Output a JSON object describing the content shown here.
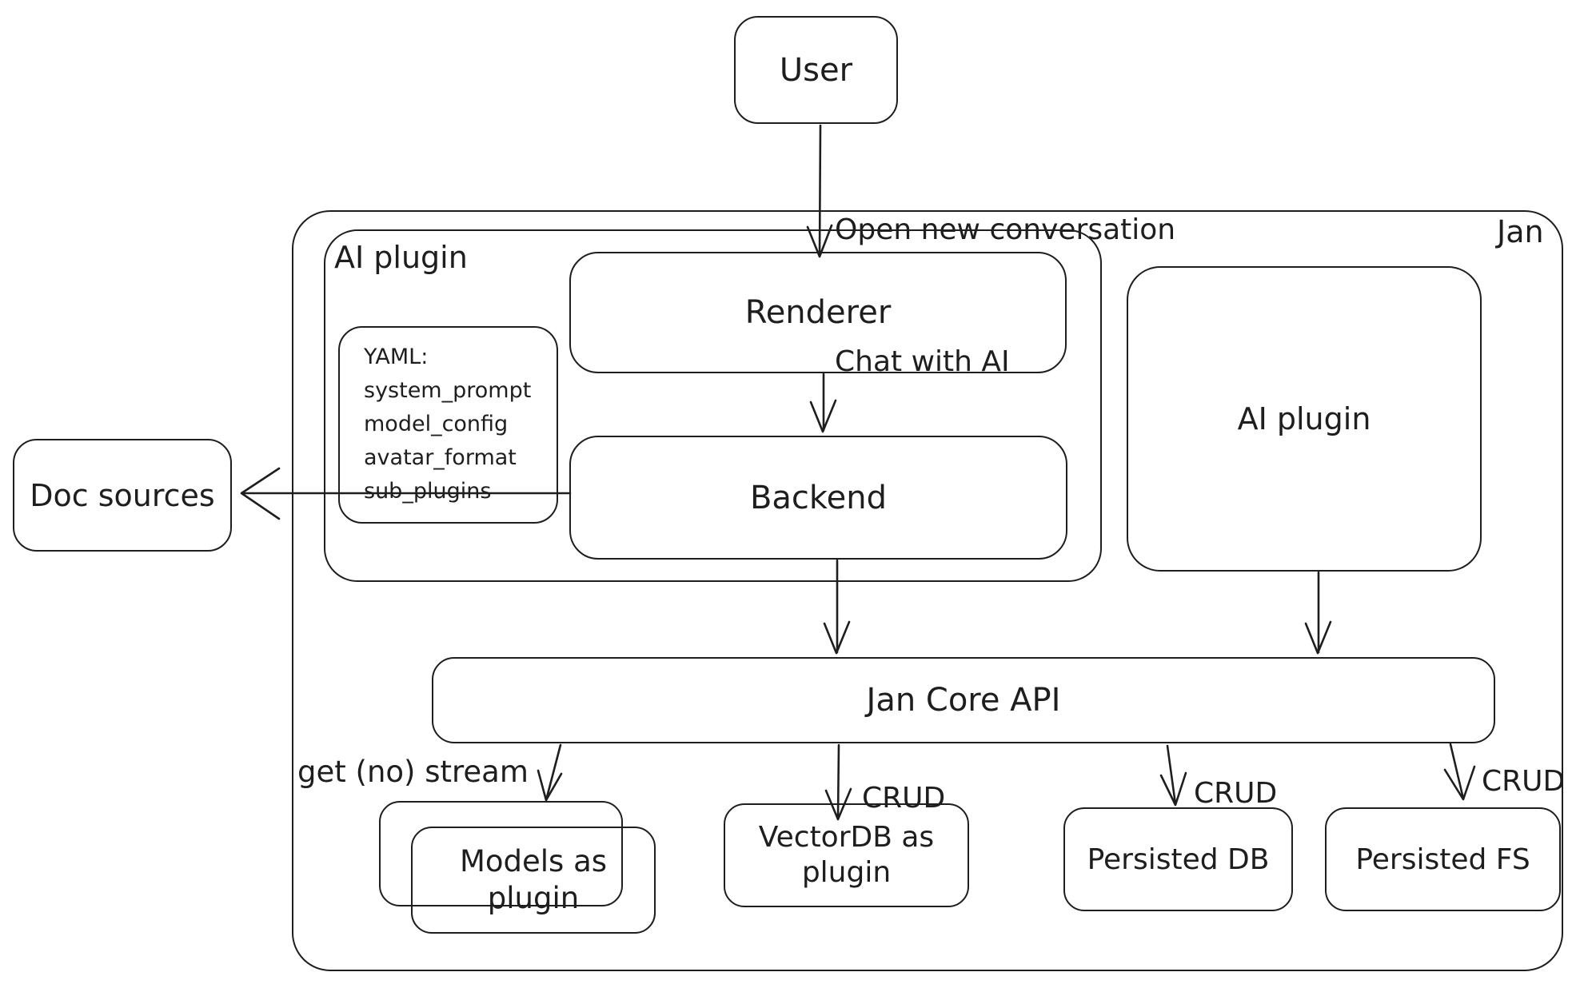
{
  "colors": {
    "ink": "#1e1e1e",
    "background": "#ffffff"
  },
  "nodes": {
    "user": {
      "label": "User"
    },
    "jan_container": {
      "label": "Jan"
    },
    "ai_plugin_container": {
      "label": "AI plugin"
    },
    "renderer": {
      "label": "Renderer"
    },
    "backend": {
      "label": "Backend"
    },
    "yaml_note": {
      "lines": [
        "YAML:",
        "system_prompt",
        "model_config",
        "avatar_format",
        "sub_plugins"
      ]
    },
    "doc_sources": {
      "label": "Doc sources"
    },
    "ai_plugin_right": {
      "label": "AI plugin"
    },
    "jan_core_api": {
      "label": "Jan Core API"
    },
    "models": {
      "line1": "Models as",
      "line2": "plugin"
    },
    "vectordb": {
      "line1": "VectorDB as",
      "line2": "plugin"
    },
    "persisted_db": {
      "label": "Persisted DB"
    },
    "persisted_fs": {
      "label": "Persisted FS"
    }
  },
  "edges": {
    "user_to_renderer": {
      "label_line1": "Open new conversation",
      "label_line2": "Chat with AI"
    },
    "core_to_models": {
      "label": "get (no) stream"
    },
    "core_to_vectordb": {
      "label": "CRUD"
    },
    "core_to_persisted_db": {
      "label": "CRUD"
    },
    "core_to_persisted_fs": {
      "label": "CRUD"
    }
  }
}
